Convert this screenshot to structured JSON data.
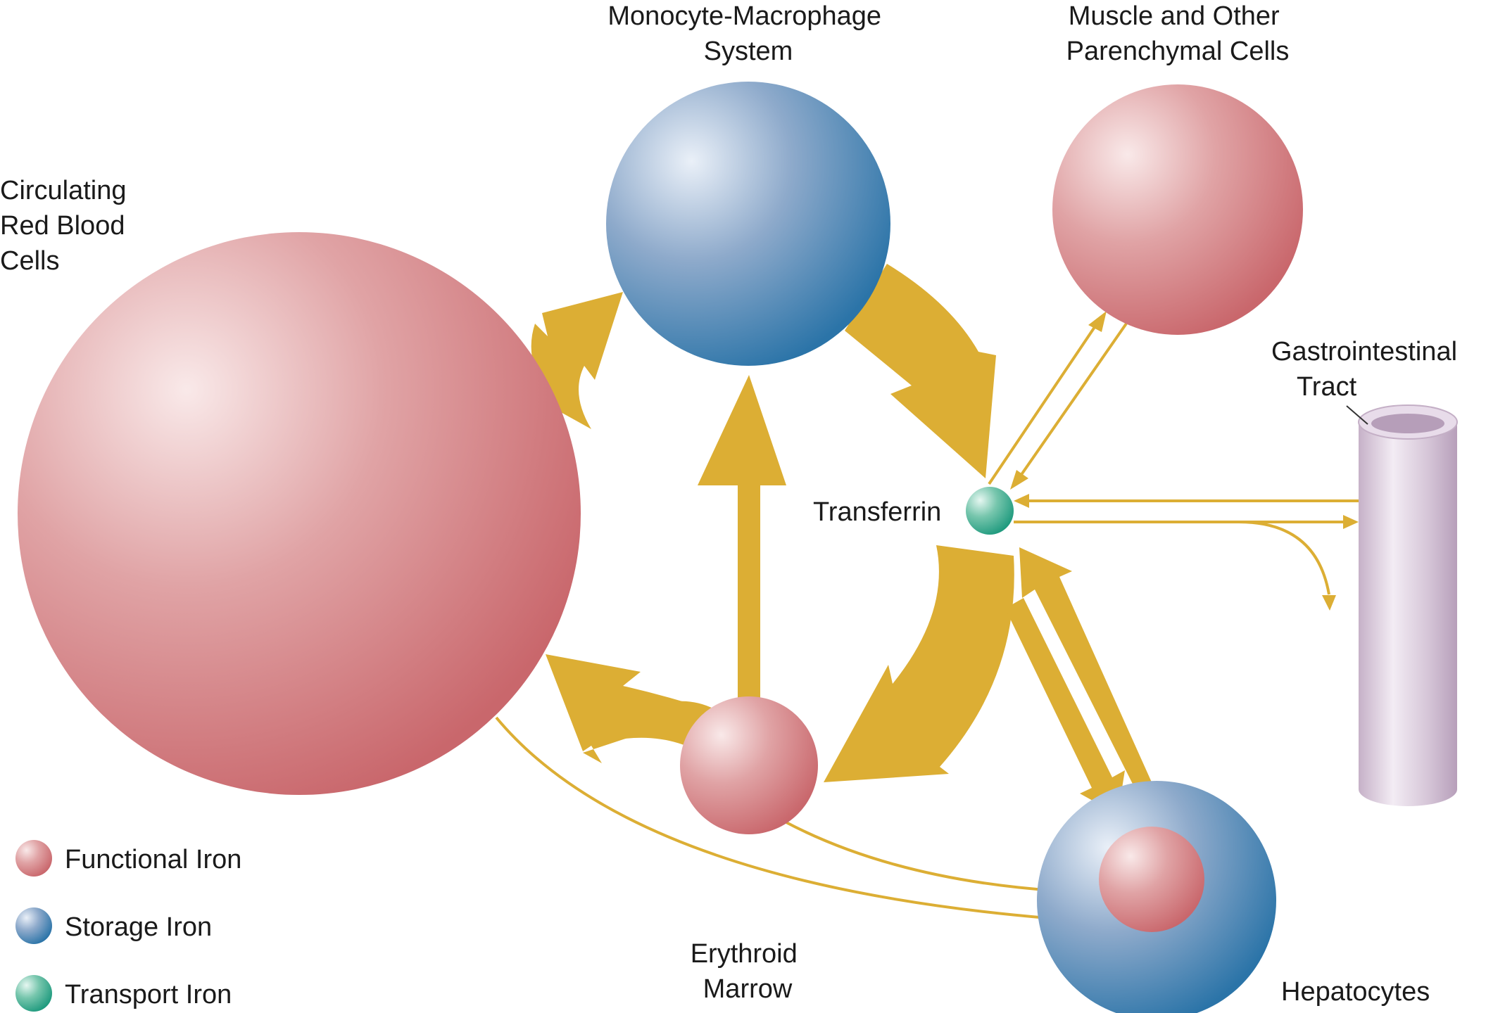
{
  "nodes": {
    "rbc": {
      "lines": [
        "Circulating",
        "Red Blood",
        "Cells"
      ],
      "role": "functional"
    },
    "mms": {
      "lines": [
        "Monocyte-Macrophage",
        "System"
      ],
      "role": "storage"
    },
    "muscle": {
      "lines": [
        "Muscle and Other",
        "Parenchymal Cells"
      ],
      "role": "functional"
    },
    "gi": {
      "lines": [
        "Gastrointestinal",
        "Tract"
      ]
    },
    "transferrin": {
      "label": "Transferrin",
      "role": "transport"
    },
    "marrow": {
      "lines": [
        "Erythroid",
        "Marrow"
      ],
      "role": "functional"
    },
    "hepatocytes": {
      "label": "Hepatocytes",
      "role": "storage + functional"
    }
  },
  "legend": [
    {
      "label": "Functional Iron",
      "color_key": "functional"
    },
    {
      "label": "Storage Iron",
      "color_key": "storage"
    },
    {
      "label": "Transport Iron",
      "color_key": "transport"
    }
  ],
  "colors": {
    "functional": "#cf7478",
    "storage": "#2f77a9",
    "transport": "#2fa58a",
    "arrow": "#dcae34",
    "gi_tube": "#c9b4cc"
  }
}
